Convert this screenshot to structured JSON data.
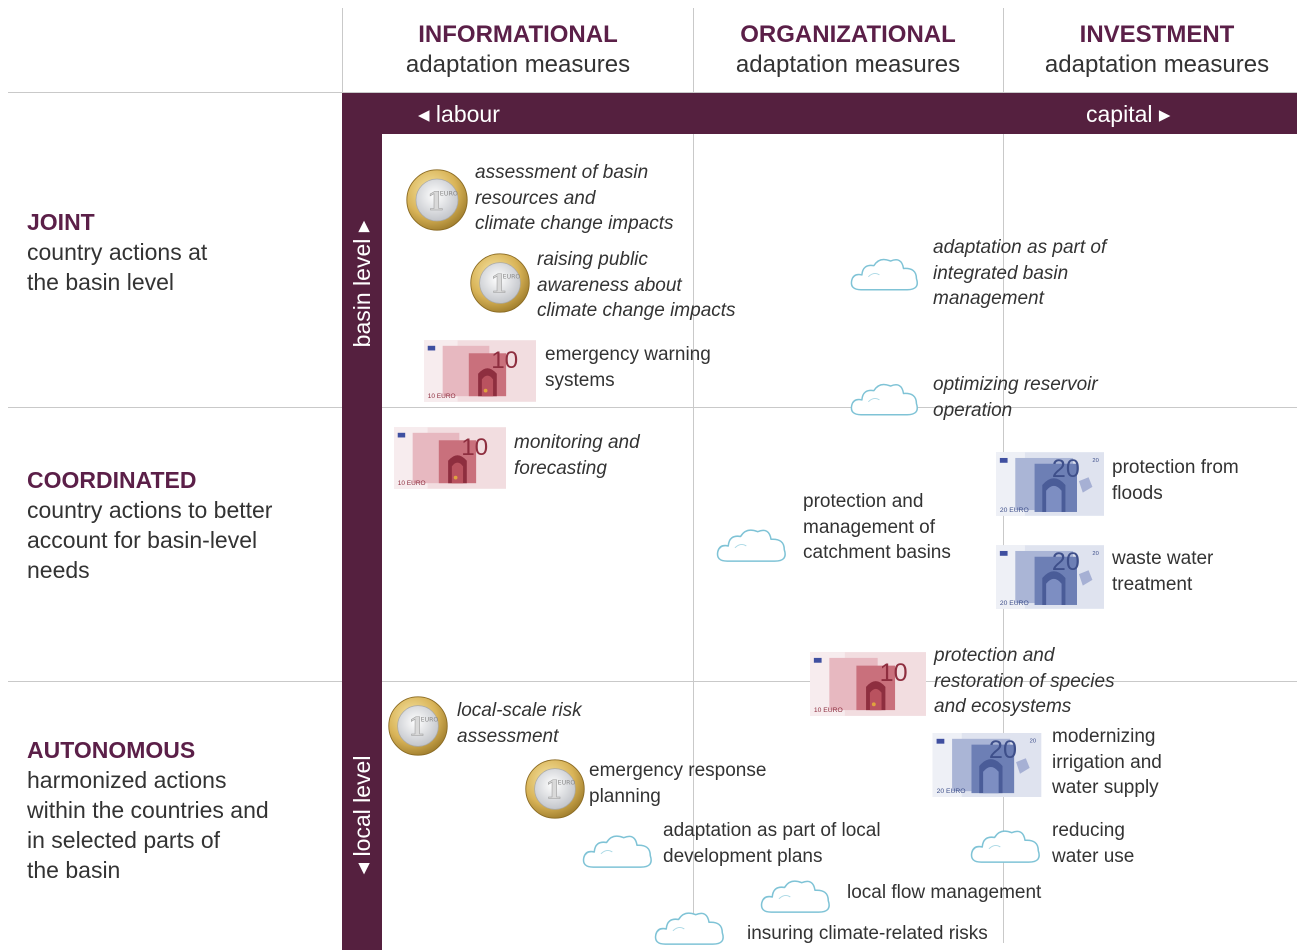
{
  "columns": [
    {
      "title": "INFORMATIONAL",
      "subtitle": "adaptation measures"
    },
    {
      "title": "ORGANIZATIONAL",
      "subtitle": "adaptation measures"
    },
    {
      "title": "INVESTMENT",
      "subtitle": "adaptation measures"
    }
  ],
  "rows": [
    {
      "title": "JOINT",
      "desc": "country actions at\nthe basin level"
    },
    {
      "title": "COORDINATED",
      "desc": "country actions to better\naccount for basin-level\nneeds"
    },
    {
      "title": "AUTONOMOUS",
      "desc": "harmonized actions\nwithin the countries and\nin selected parts of\nthe basin"
    }
  ],
  "axes": {
    "left": "◂ labour",
    "right": "capital ▸",
    "top": "basin level ▸",
    "bottom": "◂ local level"
  },
  "colors": {
    "accent": "#55203f",
    "coin": "#d9b458",
    "note10": "#c9707c",
    "note20": "#6d7fb5",
    "cloud": "#7fc3d6"
  },
  "measures": [
    {
      "text": "assessment of basin\nresources and\nclimate change impacts",
      "icon": "coin-1-euro-icon",
      "italic": true
    },
    {
      "text": "raising public\nawareness about\nclimate change impacts",
      "icon": "coin-1-euro-icon",
      "italic": true
    },
    {
      "text": "emergency warning\nsystems",
      "icon": "banknote-10-euro-icon",
      "italic": false
    },
    {
      "text": "adaptation as part of\nintegrated basin\nmanagement",
      "icon": "cloud-icon",
      "italic": true
    },
    {
      "text": "optimizing reservoir\noperation",
      "icon": "cloud-icon",
      "italic": true
    },
    {
      "text": "monitoring and\nforecasting",
      "icon": "banknote-10-euro-icon",
      "italic": true
    },
    {
      "text": "protection from\nfloods",
      "icon": "banknote-20-euro-icon",
      "italic": false
    },
    {
      "text": "protection and\nmanagement of\ncatchment basins",
      "icon": "cloud-icon",
      "italic": false
    },
    {
      "text": "waste water\ntreatment",
      "icon": "banknote-20-euro-icon",
      "italic": false
    },
    {
      "text": "protection and\nrestoration of species\nand ecosystems",
      "icon": "banknote-10-euro-icon",
      "italic": true
    },
    {
      "text": "local-scale risk\nassessment",
      "icon": "coin-1-euro-icon",
      "italic": true
    },
    {
      "text": "modernizing\nirrigation and\nwater supply",
      "icon": "banknote-20-euro-icon",
      "italic": false
    },
    {
      "text": "emergency response\nplanning",
      "icon": "coin-1-euro-icon",
      "italic": false
    },
    {
      "text": "adaptation as part of local\ndevelopment plans",
      "icon": "cloud-icon",
      "italic": false
    },
    {
      "text": "reducing\nwater use",
      "icon": "cloud-icon",
      "italic": false
    },
    {
      "text": "local flow management",
      "icon": "cloud-icon",
      "italic": false
    },
    {
      "text": "insuring climate-related risks",
      "icon": "cloud-icon",
      "italic": false
    }
  ]
}
